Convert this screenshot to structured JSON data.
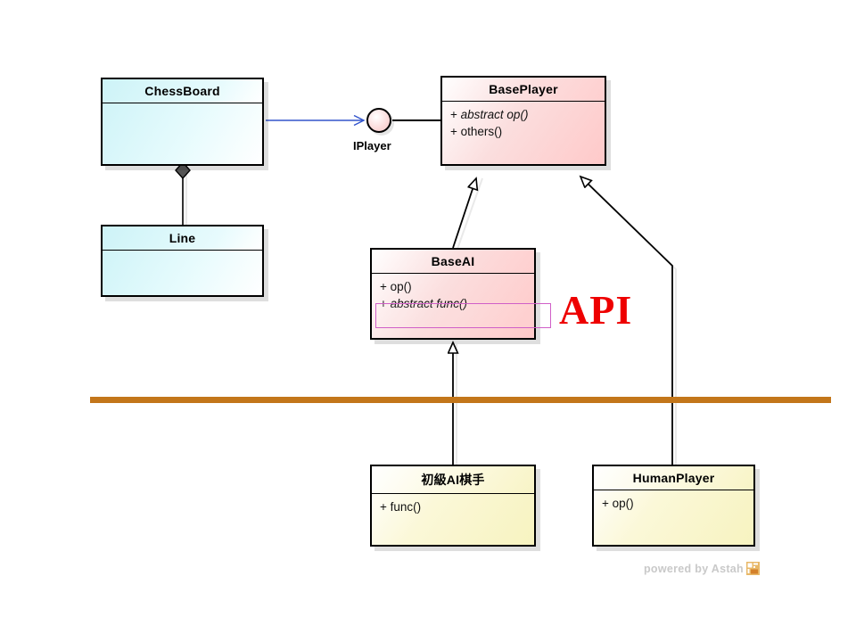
{
  "diagram": {
    "title": "UML Class Diagram",
    "background": "#ffffff",
    "separator_color": "#c3761a",
    "highlight_color": "#d05fc8",
    "annotation_color": "#ee0000"
  },
  "classes": {
    "chessboard": {
      "name": "ChessBoard",
      "members": []
    },
    "line": {
      "name": "Line",
      "members": []
    },
    "baseplayer": {
      "name": "BasePlayer",
      "members": [
        {
          "prefix": "+",
          "italic_part": "abstract op()",
          "plain_part": ""
        },
        {
          "prefix": "+",
          "italic_part": "",
          "plain_part": "others()"
        }
      ]
    },
    "baseai": {
      "name": "BaseAI",
      "members": [
        {
          "prefix": "+",
          "italic_part": "",
          "plain_part": "op()"
        },
        {
          "prefix": "+",
          "italic_part": "abstract func()",
          "plain_part": ""
        }
      ]
    },
    "beginner_ai": {
      "name": "初級AI棋手",
      "members": [
        {
          "prefix": "+",
          "italic_part": "",
          "plain_part": "func()"
        }
      ]
    },
    "humanplayer": {
      "name": "HumanPlayer",
      "members": [
        {
          "prefix": "+",
          "italic_part": "",
          "plain_part": "op()"
        }
      ]
    }
  },
  "interface": {
    "label": "IPlayer"
  },
  "annotations": {
    "api_label": "API"
  },
  "watermark": {
    "text": "powered by Astah"
  }
}
